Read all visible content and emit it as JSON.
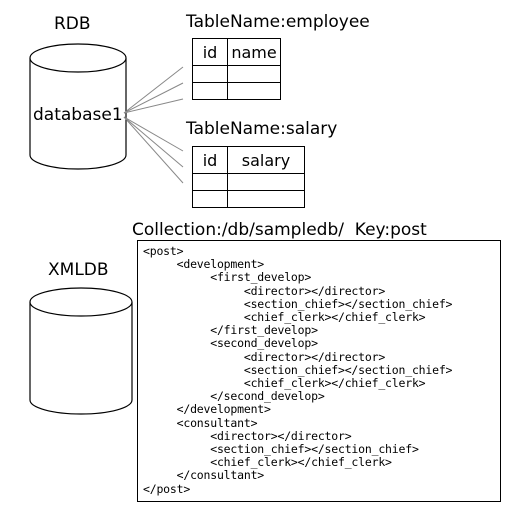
{
  "rdb": {
    "label": "RDB",
    "database_label": "database1",
    "tables": [
      {
        "title": "TableName:employee",
        "columns": [
          "id",
          "name"
        ]
      },
      {
        "title": "TableName:salary",
        "columns": [
          "id",
          "salary"
        ]
      }
    ]
  },
  "xmldb": {
    "label": "XMLDB",
    "collection_label": "Collection:/db/sampledb/  Key:post",
    "xml_lines": [
      "<post>",
      "     <development>",
      "          <first_develop>",
      "               <director></director>",
      "               <section_chief></section_chief>",
      "               <chief_clerk></chief_clerk>",
      "          </first_develop>",
      "          <second_develop>",
      "               <director></director>",
      "               <section_chief></section_chief>",
      "               <chief_clerk></chief_clerk>",
      "          </second_develop>",
      "     </development>",
      "     <consultant>",
      "          <director></director>",
      "          <section_chief></section_chief>",
      "          <chief_clerk></chief_clerk>",
      "     </consultant>",
      "</post>"
    ]
  }
}
